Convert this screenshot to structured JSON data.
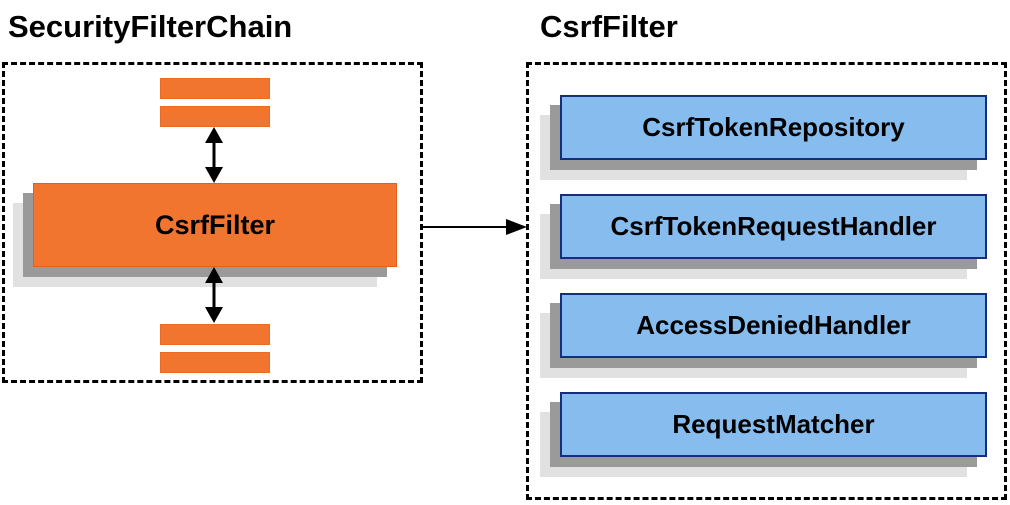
{
  "diagram": {
    "left_panel": {
      "title": "SecurityFilterChain",
      "filter_box_label": "CsrfFilter"
    },
    "right_panel": {
      "title": "CsrfFilter",
      "boxes": [
        {
          "label": "CsrfTokenRepository"
        },
        {
          "label": "CsrfTokenRequestHandler"
        },
        {
          "label": "AccessDeniedHandler"
        },
        {
          "label": "RequestMatcher"
        }
      ]
    },
    "colors": {
      "orange_fill": "#F2752F",
      "blue_fill": "#87BCEF",
      "blue_border": "#14307C",
      "shadow_dark": "#9A9A9A",
      "shadow_light": "#E1E1E1",
      "line": "#000000"
    }
  }
}
